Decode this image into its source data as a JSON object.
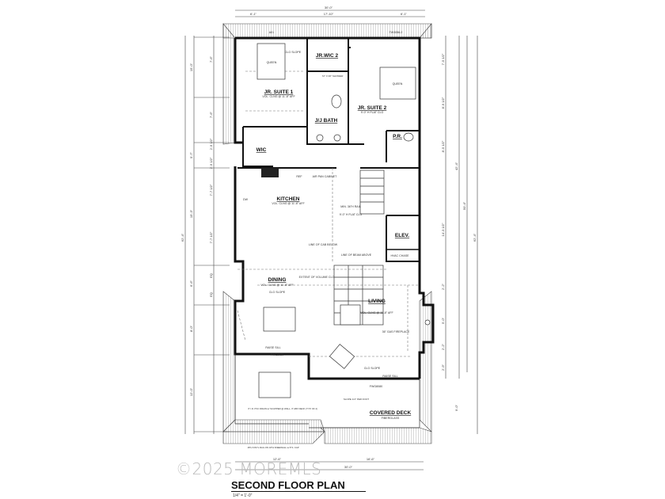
{
  "title": "SECOND FLOOR PLAN",
  "scale": "1/4\" = 1'-0\"",
  "watermark": "©2025 MOREMLS",
  "rooms": {
    "jr_suite_1": {
      "name": "JR. SUITE 1",
      "note": "VOL. CLNG @ 11'-8\" AFF"
    },
    "jr_wic_2": {
      "name": "JR.WIC 2"
    },
    "jr_suite_2": {
      "name": "JR. SUITE 2",
      "note": "9'-0\" H FLAT CLG"
    },
    "jj_bath": {
      "name": "J/J BATH"
    },
    "pr": {
      "name": "P.R."
    },
    "wic": {
      "name": "WIC"
    },
    "kitchen": {
      "name": "KITCHEN",
      "note": "VOL. CLNG @ 11'-8\" AFF"
    },
    "elev": {
      "name": "ELEV."
    },
    "hvac": {
      "name": "HVAC CHASE"
    },
    "dining": {
      "name": "DINING",
      "note": "VOL. CLNG @ 11'-8\" AFF"
    },
    "living": {
      "name": "LIVING",
      "note": "VOL. CLNG @ 11'-8\" AFF"
    },
    "covered_deck": {
      "name": "COVERED DECK",
      "note": "FIBERGLASS"
    }
  },
  "notes": {
    "queen1": "QUEEN",
    "queen2": "QUEEN",
    "clg_slope": "CLG SLOPE",
    "fireplace": "36\" GAS FIREPLACE",
    "raise_sill": "RAISE SILL",
    "line_of_beam": "LINE OF BEAM ABOVE",
    "line_of_cab": "LINE OF CAB BELOW",
    "extent_vol": "EXTENT OF VOLUME CLG",
    "min_rail": "MIN. 36\"H RAIL",
    "flat_clg": "9'-0\" H FLAT CLG",
    "air_pan": "AIR PAN CABINET",
    "refr": "REF",
    "dw": "DW",
    "drain": "3\" I.D. PVC DRAIN w/ SCUPPER @ WALL, 3\" ABV DECK (TYP. OF 4)",
    "rail": "18\"H VINYL RAIL ON 18\"H KNEEWALL w/ P.S. CAP",
    "slope_deck": "SLOPE 1/4\" PER FOOT",
    "shower": "72\" X 36\" SHOWER",
    "a01": "A01",
    "window_top": "TW3056-2",
    "door_fwg": "FWG8080"
  },
  "dimensions": {
    "top_overall": "30'-0\"",
    "top_segments": [
      "6'-1\"",
      "17'-10\"",
      "6'-1\""
    ],
    "bottom_segments": [
      "12'-6\"",
      "16'-6\""
    ],
    "bottom_overall": "30'-0\"",
    "left_overall": "62'-4\"",
    "left_segments": [
      "15'-0\"",
      "5'-7\"",
      "15'-3\"",
      "6'-6\"",
      "8'-0\"",
      "12'-0\""
    ],
    "left_inner": [
      "7'-6\"",
      "7'-6\"",
      "2'-9 1/2\"",
      "2'-9 1/2\"",
      "7'-7 1/2\"",
      "7'-7 1/2\"",
      "EQ",
      "EQ"
    ],
    "right_segments": [
      "7'-5 1/2\"",
      "8'-9 1/2\"",
      "8'-5 1/2\"",
      "14'-3 1/2\"",
      "2'-2\"",
      "5'-0\"",
      "2'-2\"",
      "2'-9\"",
      "9'-0\""
    ],
    "right_totals": [
      "42'-4\"",
      "50'-4\"",
      "62'-4\""
    ]
  }
}
